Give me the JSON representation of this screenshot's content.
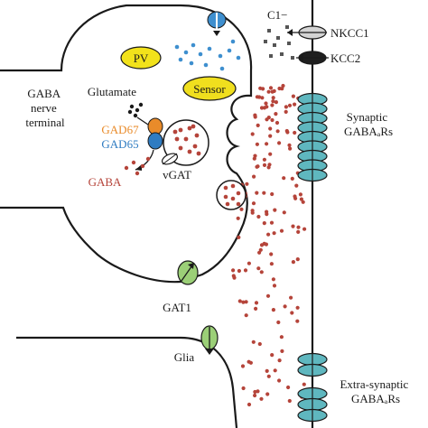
{
  "labels": {
    "gaba_nerve_terminal": [
      "GABA",
      "nerve",
      "terminal"
    ],
    "glutamate": "Glutamate",
    "gad67": "GAD67",
    "gad65": "GAD65",
    "gaba": "GABA",
    "vgat": "vGAT",
    "pv": "PV",
    "sensor": "Sensor",
    "chloride": "C1−",
    "nkcc1": "NKCC1",
    "kcc2": "KCC2",
    "synaptic_receptors": [
      "Synaptic",
      "GABAₐRs"
    ],
    "gat1": "GAT1",
    "glia": "Glia",
    "extrasynaptic_receptors": [
      "Extra-synaptic",
      "GABAₐRs"
    ]
  },
  "colors": {
    "outline": "#1a1a1a",
    "gaba_dot": "#b5443a",
    "pv_fill": "#f2e21b",
    "sensor_fill": "#f0df1e",
    "receptor_fill": "#5fb7bf",
    "gat1_fill": "#9bcf77",
    "calcium_channel": "#3e8fcf",
    "calcium_dot": "#3e8fcf",
    "gad67": "#e98b2a",
    "gad65": "#2f7cc2",
    "nkcc1_fill": "#d4d4d4",
    "kcc2_fill": "#1f1f1f"
  },
  "icons": {
    "calcium_channel": "ion-channel-icon",
    "transporter": "transporter-icon",
    "receptor": "gaba-a-receptor-icon"
  }
}
